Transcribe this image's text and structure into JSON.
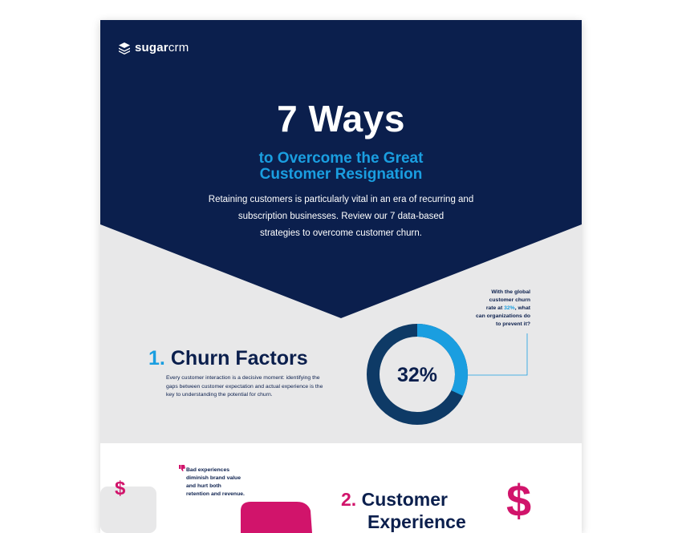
{
  "logo": {
    "brand_bold": "sugar",
    "brand_light": "crm"
  },
  "hero": {
    "title": "7 Ways",
    "subtitle_line1": "to Overcome the Great",
    "subtitle_line2": "Customer Resignation",
    "intro_line1": "Retaining customers is particularly vital in an era of recurring and",
    "intro_line2": "subscription businesses. Review our 7 data-based",
    "intro_line3": "strategies to overcome customer churn."
  },
  "callout": {
    "line1": "With the global",
    "line2": "customer churn",
    "line3_pre": "rate at ",
    "line3_value": "32%",
    "line3_post": ", what",
    "line4": "can organizations do",
    "line5": "to prevent it?"
  },
  "donut": {
    "label": "32%",
    "value_fraction": 0.32
  },
  "section1": {
    "number": "1.",
    "heading": "Churn Factors",
    "body": "Every customer interaction is a decisive moment: identifying the gaps between customer expectation and actual experience is the key to understanding the potential for churn."
  },
  "section2": {
    "number": "2.",
    "heading_line1": "Customer",
    "heading_line2": "Experience",
    "bad_line1": "Bad experiences",
    "bad_line2": "diminish brand value",
    "bad_line3": "and hurt both",
    "bad_line4": "retention and revenue.",
    "dollar_small": "$",
    "dollar_large": "$"
  },
  "colors": {
    "navy": "#0b1f4d",
    "blue_accent": "#1a9ee0",
    "donut_dark": "#0e3a66",
    "magenta": "#d1146b",
    "grey_band": "#e8e8e9"
  },
  "icons": [
    "stack-logo-icon",
    "thumbs-down-icon",
    "dollar-icon"
  ]
}
